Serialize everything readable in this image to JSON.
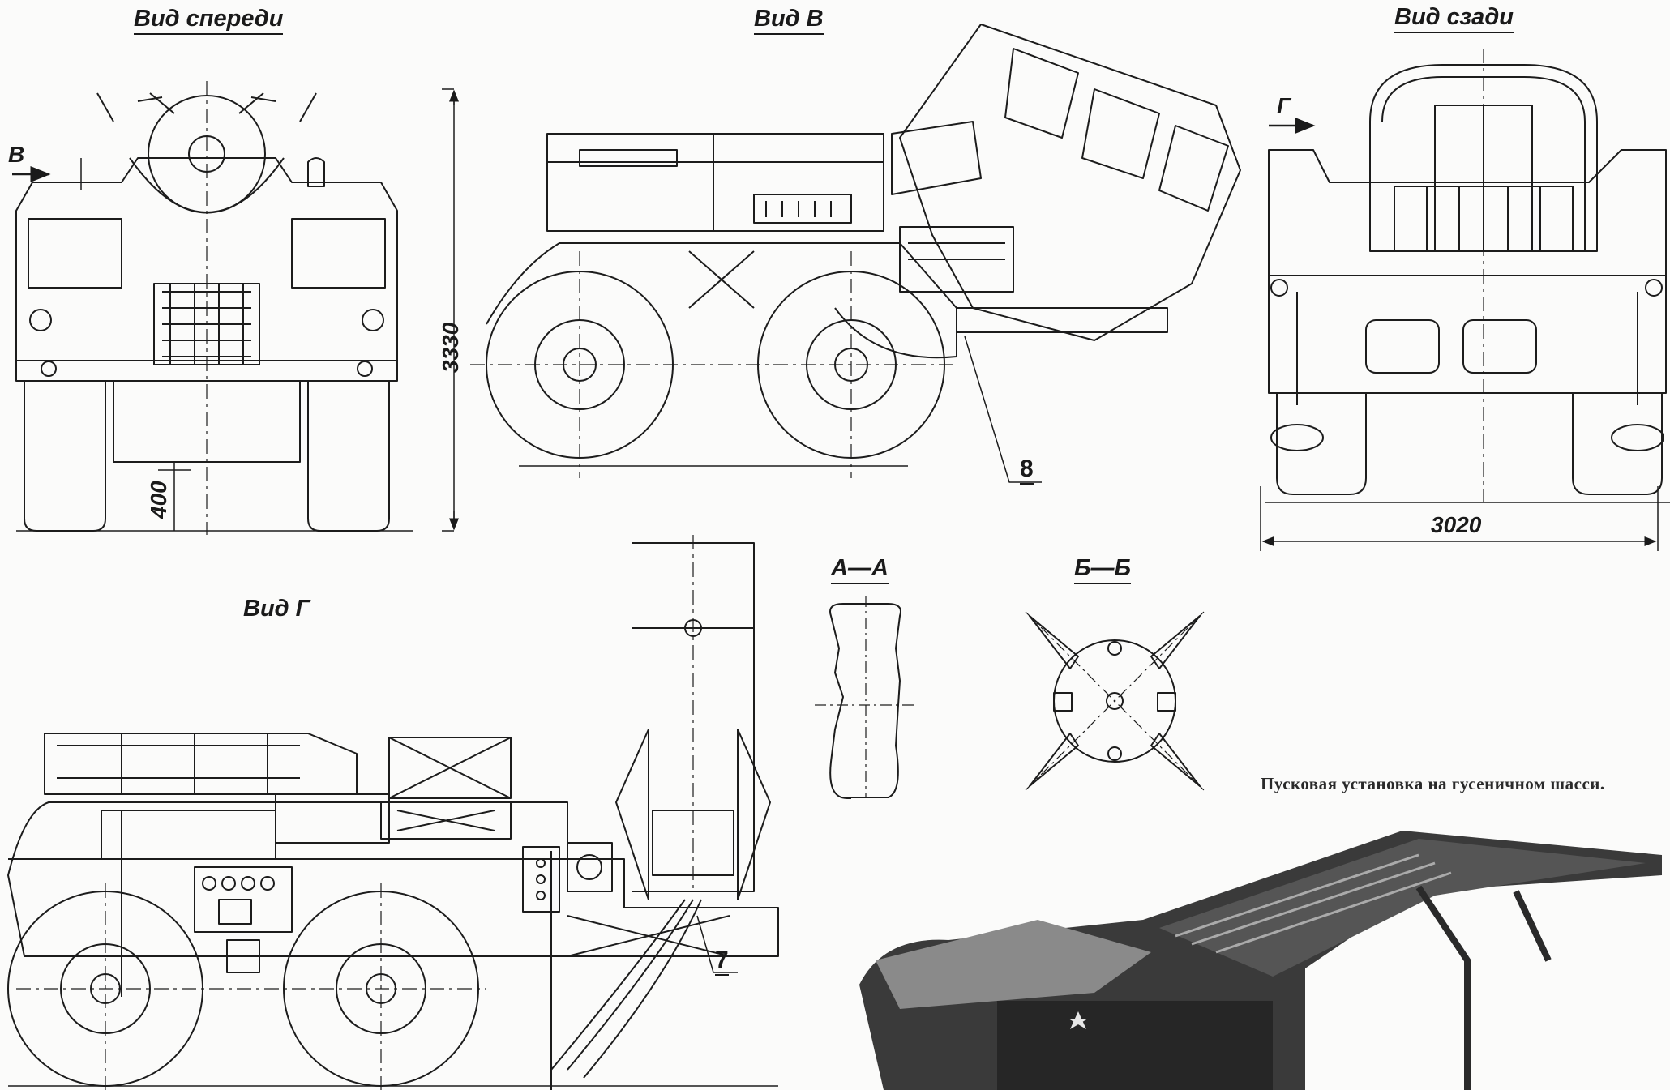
{
  "views": {
    "front": "Вид спереди",
    "side_b": "Вид В",
    "rear": "Вид сзади",
    "side_g": "Вид Г",
    "section_aa": "А—А",
    "section_bb": "Б—Б"
  },
  "view_arrows": {
    "b": "В",
    "g": "Г"
  },
  "dimensions": {
    "height": "3330",
    "ground_clearance": "400",
    "width": "3020"
  },
  "callouts": {
    "item_8": "8",
    "item_7": "7"
  },
  "photo_caption": "Пусковая установка на гусеничном шасси."
}
